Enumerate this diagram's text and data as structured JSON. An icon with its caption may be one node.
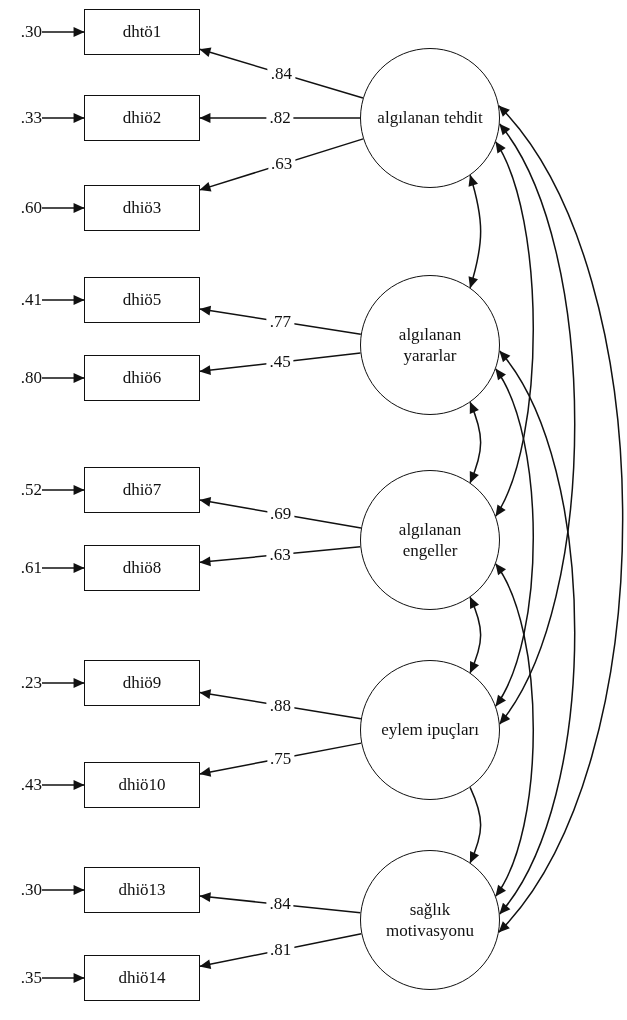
{
  "diagram": {
    "nodes": [
      {
        "text": [
          ".30"
        ]
      },
      {
        "text": [
          "dhtö1"
        ]
      },
      {
        "text": [
          ".33"
        ]
      },
      {
        "text": [
          "dhiö2"
        ]
      },
      {
        "text": [
          ".60"
        ]
      },
      {
        "text": [
          "dhiö3"
        ]
      },
      {
        "text": [
          ".41"
        ]
      },
      {
        "text": [
          "dhiö5"
        ]
      },
      {
        "text": [
          ".80"
        ]
      },
      {
        "text": [
          "dhiö6"
        ]
      },
      {
        "text": [
          ".52"
        ]
      },
      {
        "text": [
          "dhiö7"
        ]
      },
      {
        "text": [
          ".61"
        ]
      },
      {
        "text": [
          "dhiö8"
        ]
      },
      {
        "text": [
          ".23"
        ]
      },
      {
        "text": [
          "dhiö9"
        ]
      },
      {
        "text": [
          ".43"
        ]
      },
      {
        "text": [
          "dhiö10"
        ]
      },
      {
        "text": [
          ".30"
        ]
      },
      {
        "text": [
          "dhiö13"
        ]
      },
      {
        "text": [
          ".35"
        ]
      },
      {
        "text": [
          "dhiö14"
        ]
      },
      {
        "text": [
          "algılanan tehdit"
        ]
      },
      {
        "text": [
          "algılanan yararlar"
        ]
      },
      {
        "text": [
          "algılanan engeller"
        ]
      },
      {
        "text": [
          "eylem ipuçları"
        ]
      },
      {
        "text": [
          "sağlık motivasyonu"
        ]
      }
    ],
    "edges": [
      {
        "from": 0,
        "to": 1,
        "arrow": "to"
      },
      {
        "from": 2,
        "to": 3,
        "arrow": "to"
      },
      {
        "from": 4,
        "to": 5,
        "arrow": "to"
      },
      {
        "from": 6,
        "to": 7,
        "arrow": "to"
      },
      {
        "from": 8,
        "to": 9,
        "arrow": "to"
      },
      {
        "from": 10,
        "to": 11,
        "arrow": "to"
      },
      {
        "from": 12,
        "to": 13,
        "arrow": "to"
      },
      {
        "from": 14,
        "to": 15,
        "arrow": "to"
      },
      {
        "from": 16,
        "to": 17,
        "arrow": "to"
      },
      {
        "from": 18,
        "to": 19,
        "arrow": "to"
      },
      {
        "from": 20,
        "to": 21,
        "arrow": "to"
      },
      {
        "from": 22,
        "to": 1,
        "arrow": "to",
        "label": ".84"
      },
      {
        "from": 22,
        "to": 3,
        "arrow": "to",
        "label": ".82"
      },
      {
        "from": 22,
        "to": 5,
        "arrow": "to",
        "label": ".63"
      },
      {
        "from": 23,
        "to": 7,
        "arrow": "to",
        "label": ".77"
      },
      {
        "from": 23,
        "to": 9,
        "arrow": "to",
        "label": ".45"
      },
      {
        "from": 24,
        "to": 11,
        "arrow": "to",
        "label": ".69"
      },
      {
        "from": 24,
        "to": 13,
        "arrow": "to",
        "label": ".63"
      },
      {
        "from": 25,
        "to": 15,
        "arrow": "to",
        "label": ".88"
      },
      {
        "from": 25,
        "to": 17,
        "arrow": "to",
        "label": ".75"
      },
      {
        "from": 26,
        "to": 19,
        "arrow": "to",
        "label": ".84"
      },
      {
        "from": 26,
        "to": 21,
        "arrow": "to",
        "label": ".81"
      },
      {
        "from": 22,
        "to": 23,
        "arrow": "both"
      },
      {
        "from": 22,
        "to": 24,
        "arrow": "both"
      },
      {
        "from": 22,
        "to": 25,
        "arrow": "both"
      },
      {
        "from": 22,
        "to": 26,
        "arrow": "both"
      },
      {
        "from": 23,
        "to": 24,
        "arrow": "both"
      },
      {
        "from": 23,
        "to": 25,
        "arrow": "both"
      },
      {
        "from": 23,
        "to": 26,
        "arrow": "both"
      },
      {
        "from": 24,
        "to": 25,
        "arrow": "both"
      },
      {
        "from": 24,
        "to": 26,
        "arrow": "both"
      },
      {
        "from": 25,
        "to": 26,
        "arrow": "to"
      }
    ]
  }
}
